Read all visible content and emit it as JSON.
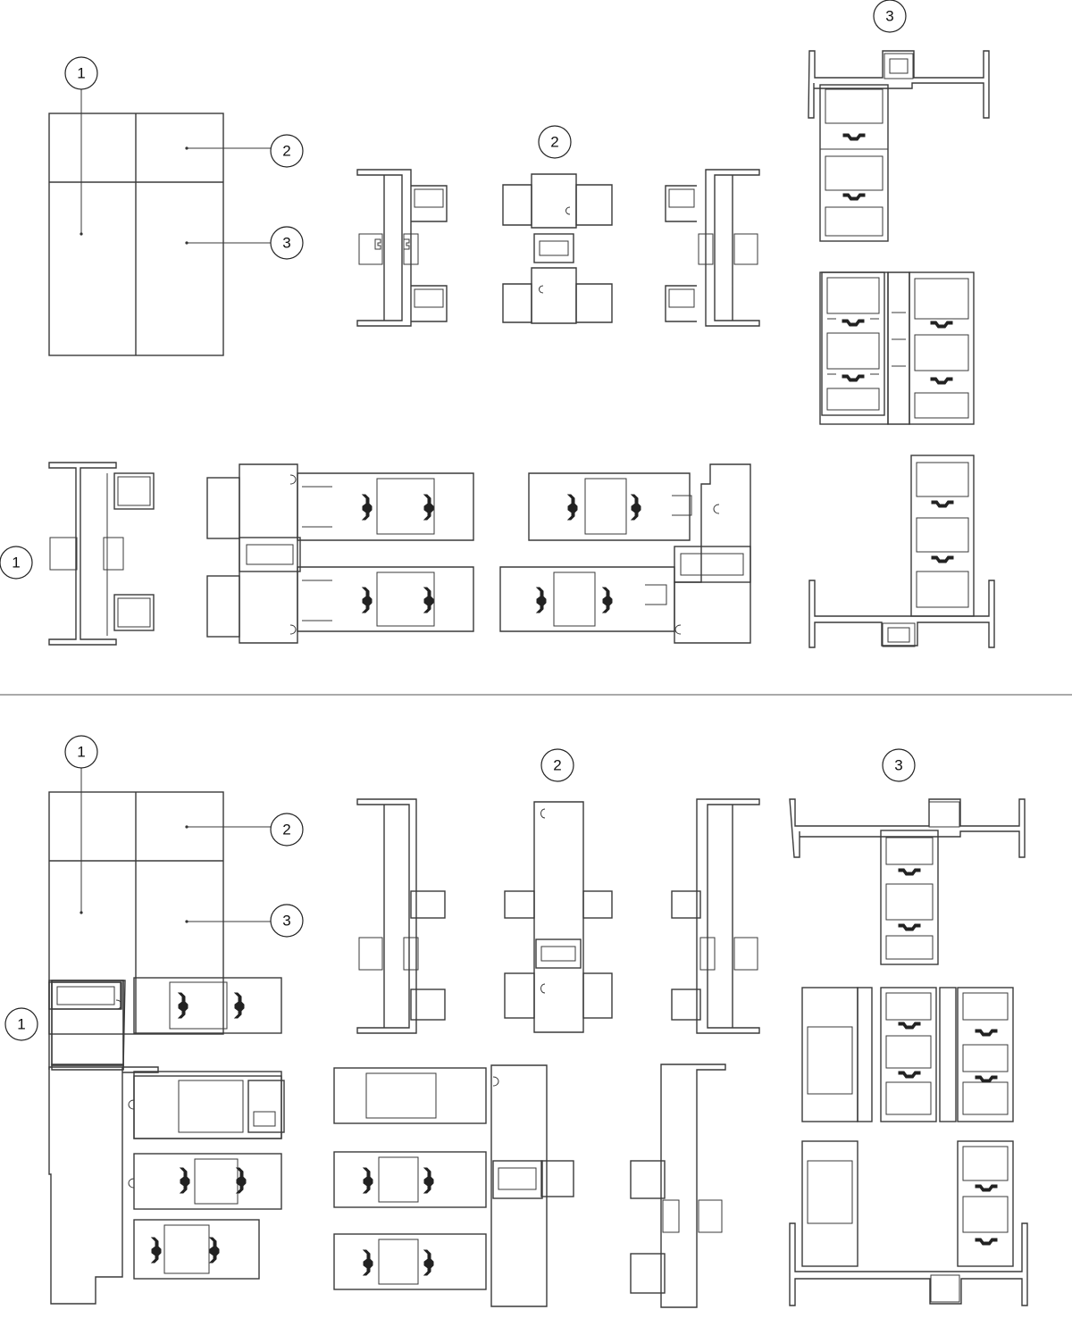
{
  "diagram": {
    "callout_labels": {
      "one": "1",
      "two": "2",
      "three": "3"
    }
  }
}
